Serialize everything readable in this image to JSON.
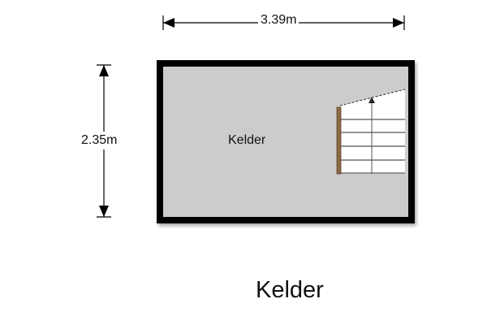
{
  "dimensions": {
    "width": "3.39m",
    "height": "2.35m"
  },
  "room": {
    "label": "Kelder"
  },
  "floor_title": "Kelder",
  "colors": {
    "wall": "#000000",
    "floor": "#cccccc",
    "stair_rail": "#8b6a45",
    "dimension_line": "#000000"
  }
}
